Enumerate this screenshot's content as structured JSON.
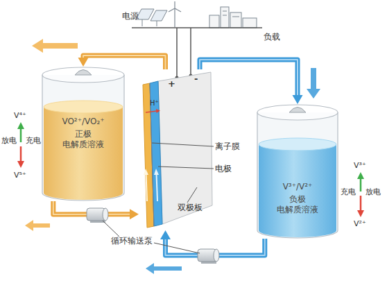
{
  "diagram": {
    "nodes": [
      {
        "text": [
          "VO²⁺/VO₂⁺",
          "正极 电解质溶液"
        ]
      },
      {
        "text": [
          "+",
          "-",
          "H⁺"
        ]
      },
      {
        "text": [
          "V³⁺/V²⁺",
          "负极 电解质溶液"
        ]
      }
    ],
    "edges": [
      {
        "from": 0,
        "to": 1,
        "arrow": "to"
      },
      {
        "from": 1,
        "to": 0,
        "arrow": "to"
      },
      {
        "from": 1,
        "to": 2,
        "arrow": "to"
      },
      {
        "from": 2,
        "to": 1,
        "arrow": "to"
      }
    ],
    "labels": [
      "电源",
      "负载",
      "V⁴⁺",
      "放电",
      "充电",
      "V⁵⁺",
      "V³⁺",
      "充电",
      "放电",
      "V²⁺",
      "离子膜",
      "电极",
      "双极板",
      "循环输送泵"
    ]
  }
}
